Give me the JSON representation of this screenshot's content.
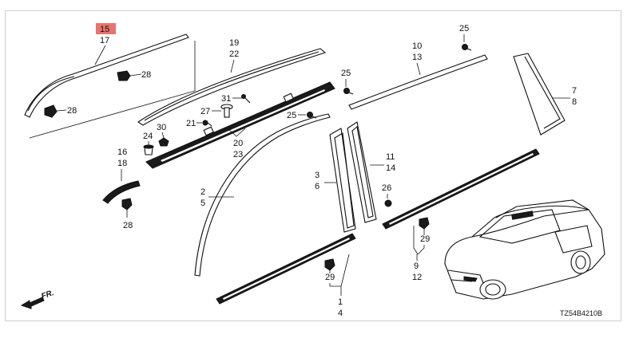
{
  "header_clip": "~~~ ~ ~~~ ~~~~ ~~~~~~ ~ ~~~ ~~~~~~~~~~~~~~ ~ ~~~~~",
  "diagram_code": "TZ54B4210B",
  "front_indicator": "FR.",
  "highlight_color": "#e8736f",
  "callouts": {
    "c15": "15",
    "c17": "17",
    "c28a": "28",
    "c28b": "28",
    "c19": "19",
    "c22": "22",
    "c31": "31",
    "c27": "27",
    "c21": "21",
    "c30": "30",
    "c24": "24",
    "c20": "20",
    "c23": "23",
    "c16": "16",
    "c18": "18",
    "c28c": "28",
    "c2": "2",
    "c5": "5",
    "c10": "10",
    "c13": "13",
    "c25a": "25",
    "c25b": "25",
    "c25c": "25",
    "c3": "3",
    "c6": "6",
    "c11": "11",
    "c14": "14",
    "c7": "7",
    "c8": "8",
    "c26": "26",
    "c29a": "29",
    "c29b": "29",
    "c9": "9",
    "c12": "12",
    "c1": "1",
    "c4": "4"
  }
}
